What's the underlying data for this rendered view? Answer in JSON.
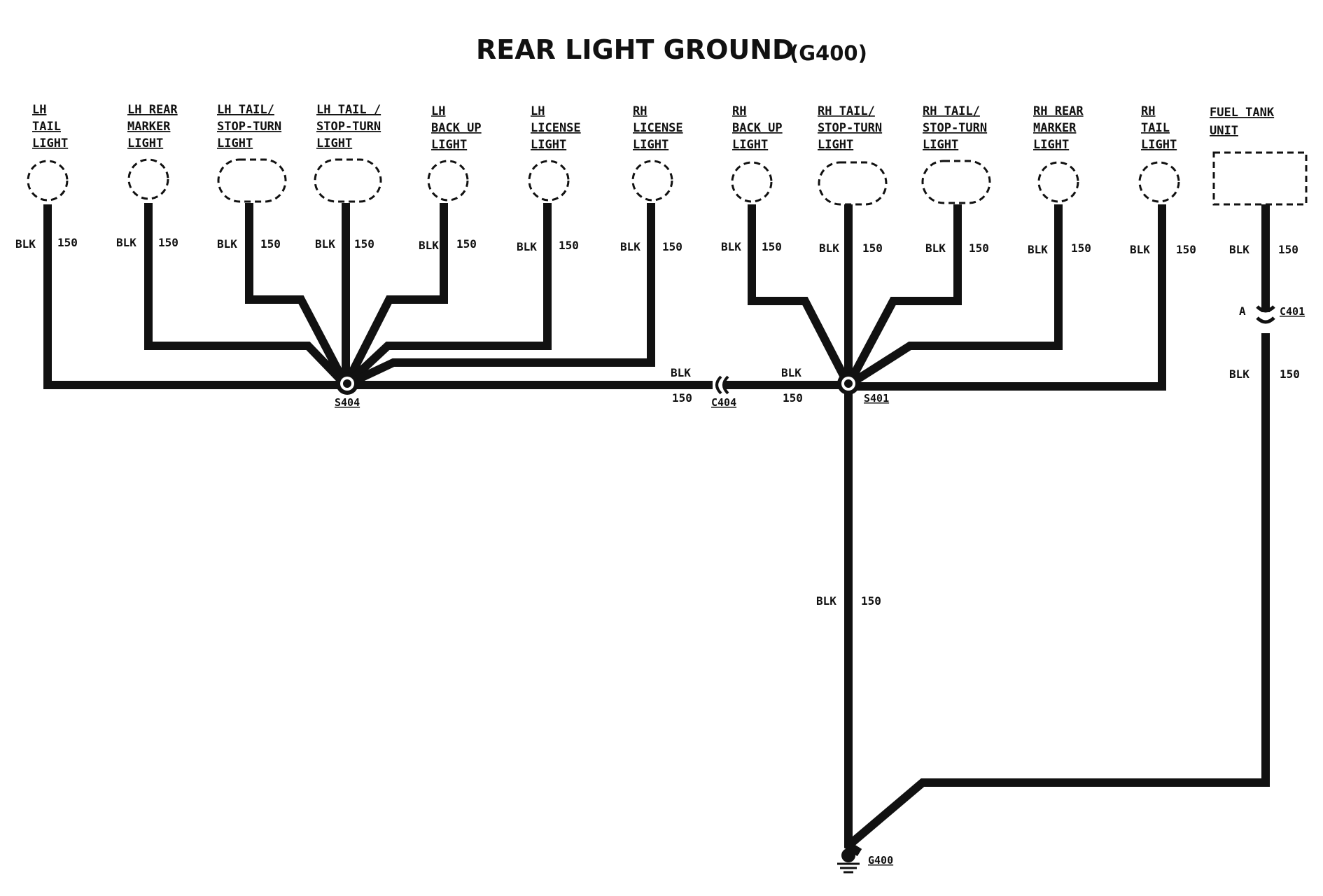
{
  "title": {
    "main": "REAR LIGHT GROUND",
    "sub": "(G400)"
  },
  "components": [
    {
      "lines": [
        "LH",
        "TAIL",
        "LIGHT"
      ],
      "wire_color": "BLK",
      "circuit": "150"
    },
    {
      "lines": [
        "LH REAR",
        "MARKER",
        "LIGHT"
      ],
      "wire_color": "BLK",
      "circuit": "150"
    },
    {
      "lines": [
        "LH TAIL/",
        "STOP-TURN",
        "LIGHT"
      ],
      "wire_color": "BLK",
      "circuit": "150"
    },
    {
      "lines": [
        "LH TAIL /",
        "STOP-TURN",
        "LIGHT"
      ],
      "wire_color": "BLK",
      "circuit": "150"
    },
    {
      "lines": [
        "LH",
        "BACK UP",
        "LIGHT"
      ],
      "wire_color": "BLK",
      "circuit": "150"
    },
    {
      "lines": [
        "LH",
        "LICENSE",
        "LIGHT"
      ],
      "wire_color": "BLK",
      "circuit": "150"
    },
    {
      "lines": [
        "RH",
        "LICENSE",
        "LIGHT"
      ],
      "wire_color": "BLK",
      "circuit": "150"
    },
    {
      "lines": [
        "RH",
        "BACK UP",
        "LIGHT"
      ],
      "wire_color": "BLK",
      "circuit": "150"
    },
    {
      "lines": [
        "RH TAIL/",
        "STOP-TURN",
        "LIGHT"
      ],
      "wire_color": "BLK",
      "circuit": "150"
    },
    {
      "lines": [
        "RH TAIL/",
        "STOP-TURN",
        "LIGHT"
      ],
      "wire_color": "BLK",
      "circuit": "150"
    },
    {
      "lines": [
        "RH REAR",
        "MARKER",
        "LIGHT"
      ],
      "wire_color": "BLK",
      "circuit": "150"
    },
    {
      "lines": [
        "RH",
        "TAIL",
        "LIGHT"
      ],
      "wire_color": "BLK",
      "circuit": "150"
    },
    {
      "lines": [
        "FUEL TANK",
        "UNIT"
      ],
      "wire_color": "BLK",
      "circuit": "150"
    }
  ],
  "splices": {
    "left": "S404",
    "right": "S401"
  },
  "connectors": {
    "mid": {
      "name": "C404",
      "left_color": "BLK",
      "left_circuit": "150",
      "right_color": "BLK",
      "right_circuit": "150"
    },
    "fuel": {
      "name": "C401",
      "pin": "A",
      "below_color": "BLK",
      "below_circuit": "150"
    }
  },
  "trunk": {
    "wire_color": "BLK",
    "circuit": "150"
  },
  "ground": {
    "name": "G400"
  }
}
